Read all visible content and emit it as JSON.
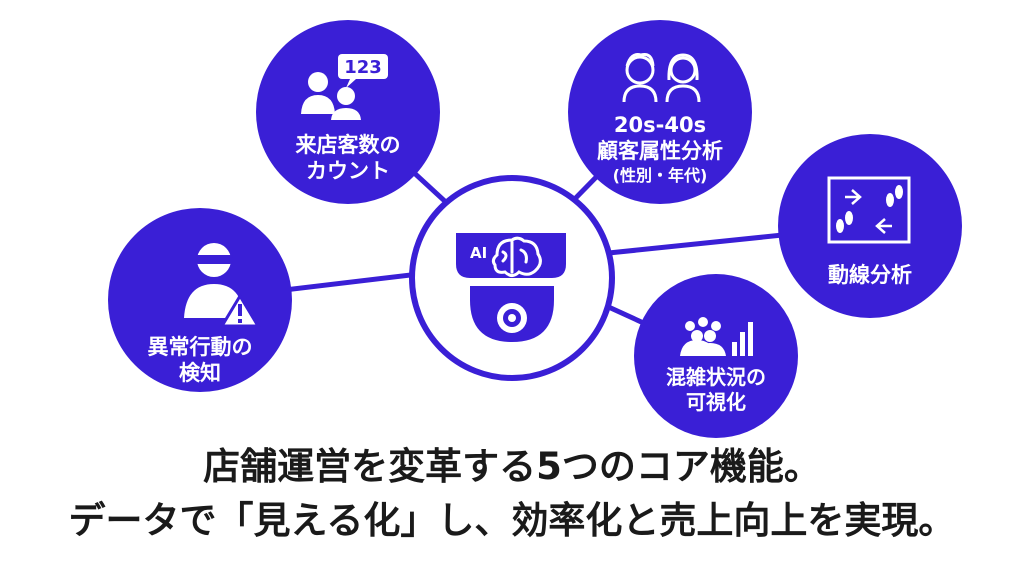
{
  "colors": {
    "primary": "#3a1fd6",
    "white": "#ffffff",
    "text": "#1a1a1a"
  },
  "center": {
    "ai_label": "AI",
    "icon": "ai-brain-camera-icon"
  },
  "nodes": {
    "count": {
      "badge": "123",
      "line1": "来店客数の",
      "line2": "カウント",
      "icon": "people-count-icon"
    },
    "demographic": {
      "line1": "20s-40s",
      "line2": "顧客属性分析",
      "line3": "(性別・年代)",
      "icon": "man-woman-icon"
    },
    "flow": {
      "line1": "動線分析",
      "icon": "footprints-map-icon"
    },
    "congestion": {
      "line1": "混雑状況の",
      "line2": "可視化",
      "icon": "crowd-chart-icon"
    },
    "anomaly": {
      "line1": "異常行動の",
      "line2": "検知",
      "icon": "thief-warning-icon"
    }
  },
  "caption": {
    "line1": "店舗運営を変革する5つのコア機能。",
    "line2": "データで「見える化」し、効率化と売上向上を実現。"
  }
}
